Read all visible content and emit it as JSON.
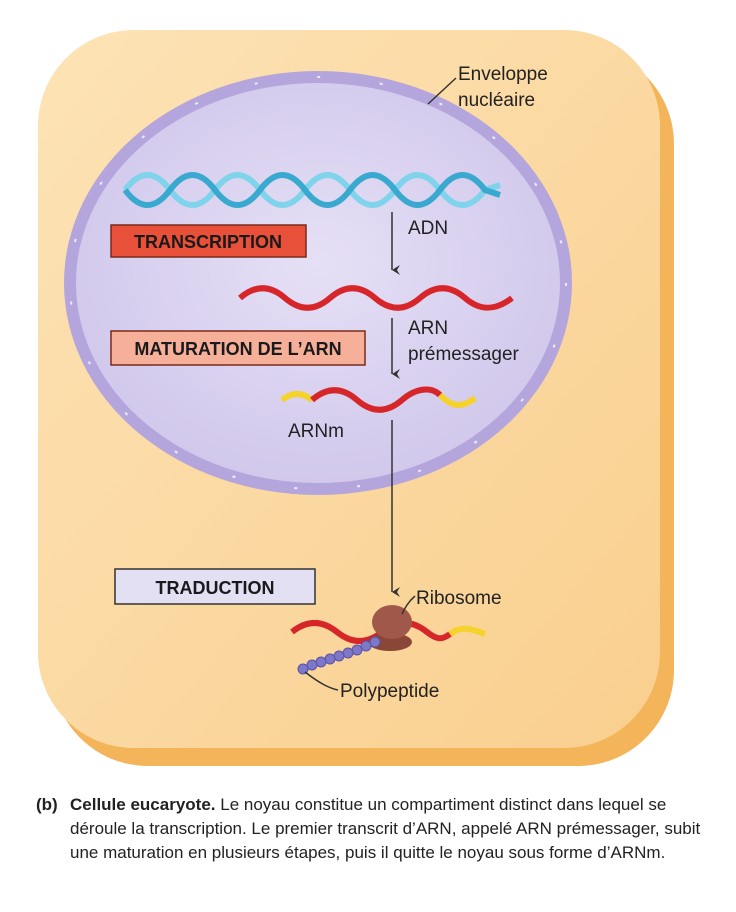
{
  "labels": {
    "envelope_line1": "Enveloppe",
    "envelope_line2": "nucléaire",
    "adn": "ADN",
    "arn_line1": "ARN",
    "arn_line2": "prémessager",
    "arnm": "ARNm",
    "ribosome": "Ribosome",
    "polypeptide": "Polypeptide"
  },
  "steps": {
    "transcription": "TRANSCRIPTION",
    "maturation": "MATURATION DE L’ARN",
    "traduction": "TRADUCTION"
  },
  "caption": {
    "tag": "(b)",
    "title": "Cellule eucaryote.",
    "text": " Le noyau constitue un compartiment distinct dans lequel se déroule la transcription. Le premier transcrit d’ARN, appelé ARN prémessager, subit une maturation en plusieurs étapes, puis il quitte le noyau sous forme d’ARNm."
  },
  "colors": {
    "cell_fill": "#fbd9a3",
    "cell_edge": "#f3b45a",
    "nucleus_fill": "#d9d3ee",
    "nucleus_edge": "#a99ad4",
    "dna": "#5bc3e0",
    "rna": "#d7262a",
    "cap_tail": "#f5d22c",
    "transcription_box": "#e8503a",
    "maturation_box": "#f6b09a",
    "traduction_box": "#e3e0f4",
    "ribosome": "#a0584a",
    "polypeptide": "#7f77c9"
  }
}
